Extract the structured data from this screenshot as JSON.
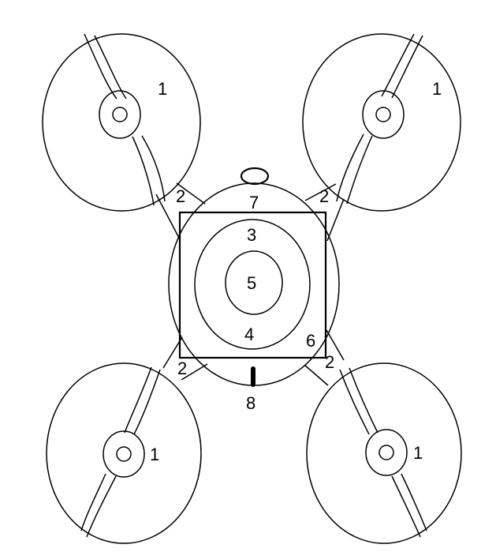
{
  "diagram": {
    "labels": {
      "propeller_top_left": "1",
      "propeller_top_right": "1",
      "propeller_bottom_left": "1",
      "propeller_bottom_right": "1",
      "arm_top_left": "2",
      "arm_top_right": "2",
      "arm_bottom_left": "2",
      "arm_bottom_right": "2",
      "outer_ring": "3",
      "outer_ring_bottom": "4",
      "center": "5",
      "frame": "6",
      "top_loop": "7",
      "bottom_pin": "8"
    },
    "colors": {
      "line": "#000000",
      "background": "#ffffff"
    }
  }
}
